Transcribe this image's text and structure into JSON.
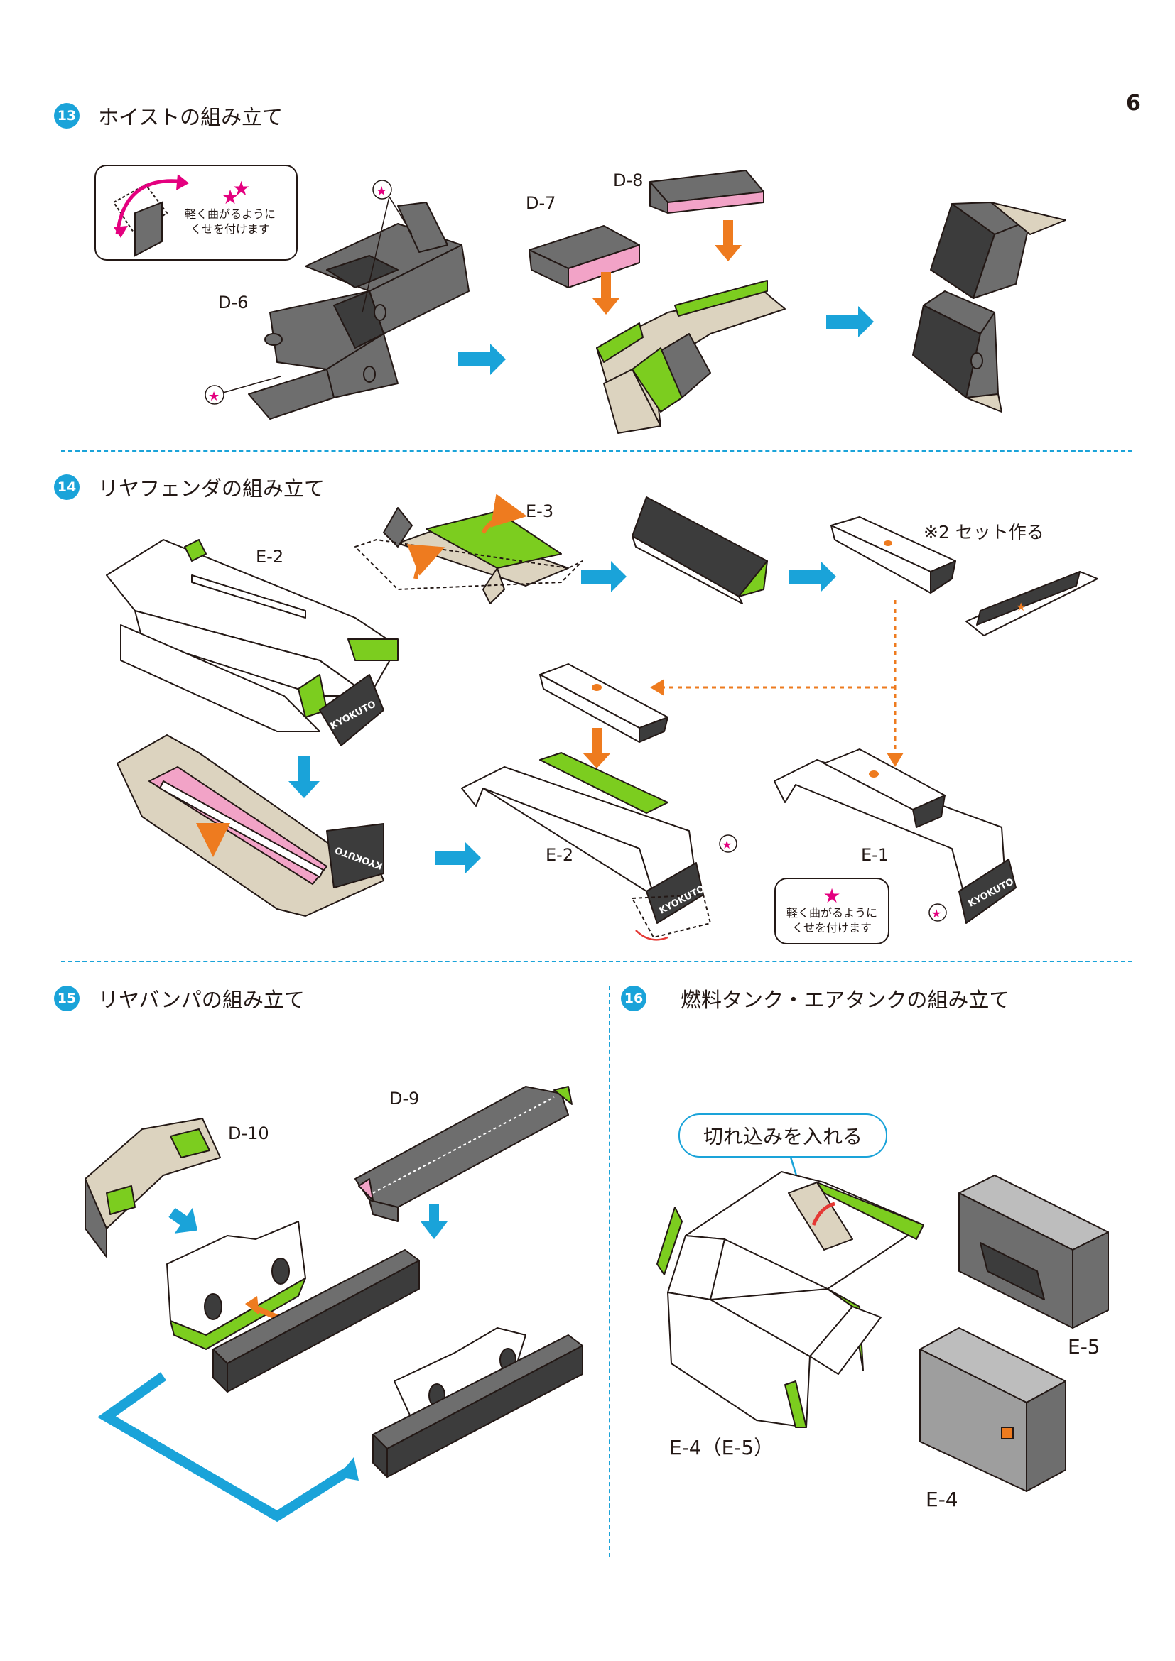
{
  "page_number": "6",
  "steps": [
    {
      "num": "13",
      "title": "ホイストの組み立て"
    },
    {
      "num": "14",
      "title": "リヤフェンダの組み立て"
    },
    {
      "num": "15",
      "title": "リヤバンパの組み立て"
    },
    {
      "num": "16",
      "title": "燃料タンク・エアタンクの組み立て"
    }
  ],
  "callout_text": {
    "line1": "軽く曲がるように",
    "line2": "くせを付けます",
    "star": "★"
  },
  "labels": {
    "d6": "D-6",
    "d7": "D-7",
    "d8": "D-8",
    "e2_top": "E-2",
    "e3": "E-3",
    "e2_bottom": "E-2",
    "e1": "E-1",
    "d9": "D-9",
    "d10": "D-10",
    "e4_e5": "E-4（E-5）",
    "e5": "E-5",
    "e4": "E-4"
  },
  "notes": {
    "two_sets": "※2 セット作る",
    "cut_in": "切れ込みを入れる"
  },
  "brand_logo": "KYOKUTO",
  "colors": {
    "blue": "#1aa3d9",
    "orange": "#ee7b1f",
    "green": "#7ccd1f",
    "pink": "#f2a3c7",
    "magenta": "#e4007f",
    "gray": "#6e6e6e",
    "dark": "#3c3c3c",
    "beige": "#dcd3bf"
  },
  "icons": [
    "arrow-right-icon",
    "arrow-down-icon",
    "star-icon",
    "fold-icon"
  ]
}
